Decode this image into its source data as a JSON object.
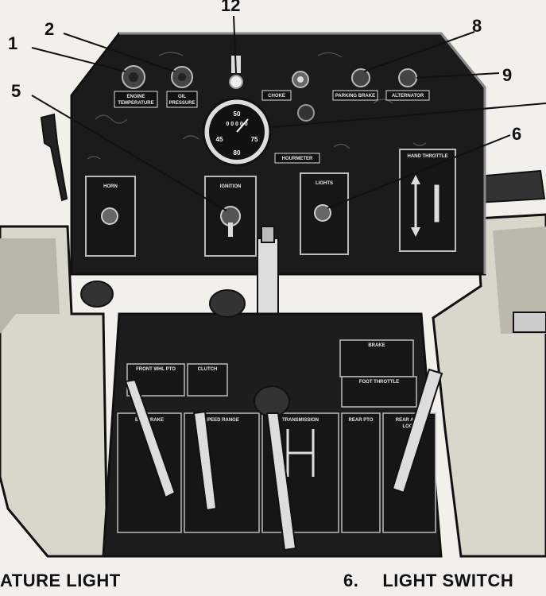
{
  "callouts": [
    {
      "id": "1",
      "label": "1"
    },
    {
      "id": "2",
      "label": "2"
    },
    {
      "id": "12",
      "label": "12"
    },
    {
      "id": "8",
      "label": "8"
    },
    {
      "id": "9",
      "label": "9"
    },
    {
      "id": "5",
      "label": "5"
    },
    {
      "id": "6",
      "label": "6"
    }
  ],
  "panel_labels": {
    "engine_temp_1": "ENGINE",
    "engine_temp_2": "TEMPERATURE",
    "oil_1": "OIL",
    "oil_2": "PRESSURE",
    "choke": "CHOKE",
    "parking_brake": "PARKING BRAKE",
    "alternator": "ALTERNATOR",
    "hourmeter": "HOURMETER",
    "horn": "HORN",
    "ignition": "IGNITION",
    "lights": "LIGHTS",
    "hand_throttle": "HAND THROTTLE",
    "front_wheel": "FRONT WHL PTO",
    "clutch": "CLUTCH",
    "engine_brake": "ENG BRAKE",
    "speed_range": "SPEED RANGE",
    "transmission": "TRANSMISSION",
    "rear_pto": "REAR PTO",
    "rear_axle_1": "REAR AXLE",
    "rear_axle_2": "LOCK",
    "foot_throttle": "FOOT THROTTLE",
    "brake": "BRAKE"
  },
  "gauge": {
    "top": "50",
    "mid": "0 0 0 0 0",
    "left": "45",
    "right": "75",
    "bottom": "80"
  },
  "captions": {
    "left": "ATURE LIGHT",
    "right_num": "6.",
    "right_text": "LIGHT SWITCH"
  }
}
